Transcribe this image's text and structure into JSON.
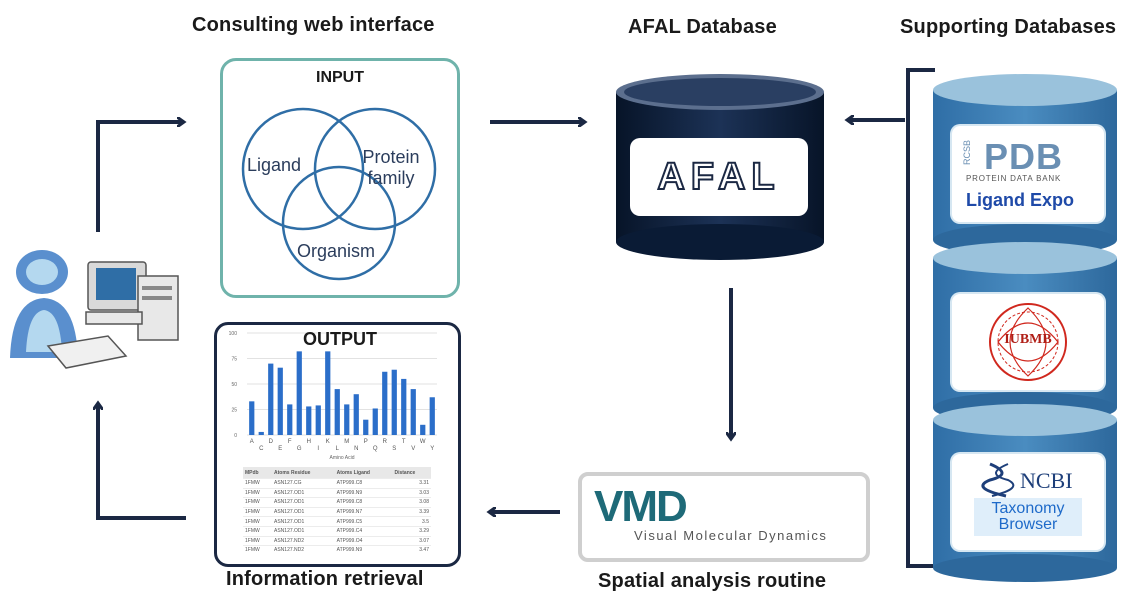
{
  "headings": {
    "web_interface": "Consulting web interface",
    "afal_db": "AFAL Database",
    "supporting": "Supporting Databases",
    "info_retrieval": "Information retrieval",
    "spatial": "Spatial analysis routine"
  },
  "input": {
    "title": "INPUT",
    "sets": [
      "Ligand",
      "Protein family",
      "Organism"
    ]
  },
  "afal_logo": "AFAL",
  "output": {
    "title": "OUTPUT",
    "chart_data": {
      "type": "bar",
      "y_ticks": [
        "100",
        "75",
        "50",
        "25",
        "0"
      ],
      "ylim": [
        0,
        100
      ],
      "categories": [
        "A",
        "C",
        "D",
        "E",
        "F",
        "G",
        "H",
        "I",
        "K",
        "L",
        "M",
        "N",
        "P",
        "Q",
        "R",
        "S",
        "T",
        "V",
        "W",
        "Y"
      ],
      "x_label_row1": [
        "A",
        "D",
        "F",
        "H",
        "K",
        "M",
        "P",
        "R",
        "T",
        "W"
      ],
      "x_label_row2": [
        "C",
        "E",
        "G",
        "I",
        "L",
        "N",
        "Q",
        "S",
        "V",
        "Y"
      ],
      "values": [
        33,
        3,
        70,
        66,
        30,
        82,
        28,
        29,
        82,
        45,
        30,
        40,
        15,
        26,
        62,
        64,
        55,
        45,
        10,
        37
      ],
      "xlabel": "Amino Acid",
      "color": "#2b6ec9"
    },
    "table": {
      "headers": [
        "MPdb",
        "Atoms Residue",
        "Atoms Ligand",
        "Distance"
      ],
      "rows": [
        [
          "1FMW",
          "ASN127.CG",
          "ATP999.C8",
          "3.31"
        ],
        [
          "1FMW",
          "ASN127.OD1",
          "ATP999.N9",
          "3.03"
        ],
        [
          "1FMW",
          "ASN127.OD1",
          "ATP999.C8",
          "3.08"
        ],
        [
          "1FMW",
          "ASN127.OD1",
          "ATP999.N7",
          "3.39"
        ],
        [
          "1FMW",
          "ASN127.OD1",
          "ATP999.C5",
          "3.5"
        ],
        [
          "1FMW",
          "ASN127.OD1",
          "ATP999.C4",
          "3.29"
        ],
        [
          "1FMW",
          "ASN127.ND2",
          "ATP999.O4",
          "3.07"
        ],
        [
          "1FMW",
          "ASN127.ND2",
          "ATP999.N9",
          "3.47"
        ]
      ]
    }
  },
  "vmd": {
    "logo": "VMD",
    "subtitle": "Visual Molecular Dynamics"
  },
  "supporting_dbs": {
    "pdb": {
      "rcsb": "RCSB",
      "logo": "PDB",
      "subtitle": "PROTEIN DATA BANK",
      "name": "Ligand Expo"
    },
    "iubmb": {
      "logo": "IUBMB"
    },
    "ncbi": {
      "logo": "NCBI",
      "name_line1": "Taxonomy",
      "name_line2": "Browser"
    }
  },
  "colors": {
    "arrow": "#1b2843",
    "cylinder_body": "#3f80b5",
    "cylinder_top": "#9ac2dc",
    "afal_cylinder": "#0d1f3a",
    "input_border": "#6fb3ab",
    "bar": "#2b6ec9"
  }
}
